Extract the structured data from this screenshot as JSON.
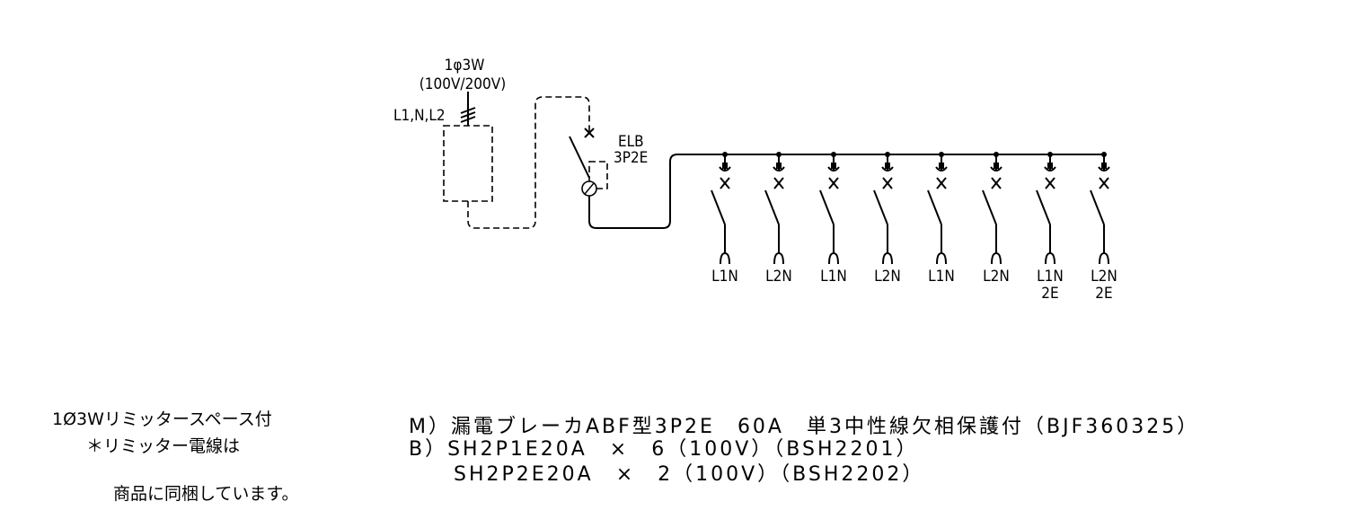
{
  "source": {
    "phase_label": "1φ3W",
    "voltage_label": "(100V/200V)",
    "lines_label": "L1,N,L2"
  },
  "main_breaker": {
    "type_label": "ELB",
    "poles_label": "3P2E"
  },
  "branches": [
    {
      "line1": "L1N",
      "line2": ""
    },
    {
      "line1": "L2N",
      "line2": ""
    },
    {
      "line1": "L1N",
      "line2": ""
    },
    {
      "line1": "L2N",
      "line2": ""
    },
    {
      "line1": "L1N",
      "line2": ""
    },
    {
      "line1": "L2N",
      "line2": ""
    },
    {
      "line1": "L1N",
      "line2": "2E"
    },
    {
      "line1": "L2N",
      "line2": "2E"
    }
  ],
  "notes": [
    "1Ø3Wリミッタースペース付",
    "＊リミッター電線は",
    "商品に同梱しています。"
  ],
  "spec_lines": [
    "M）漏電ブレーカABF型3P2E　60A　単3中性線欠相保護付（BJF360325）",
    "B）SH2P1E20A　×　6（100V）（BSH2201）",
    "　　SH2P2E20A　×　2（100V）（BSH2202）"
  ]
}
